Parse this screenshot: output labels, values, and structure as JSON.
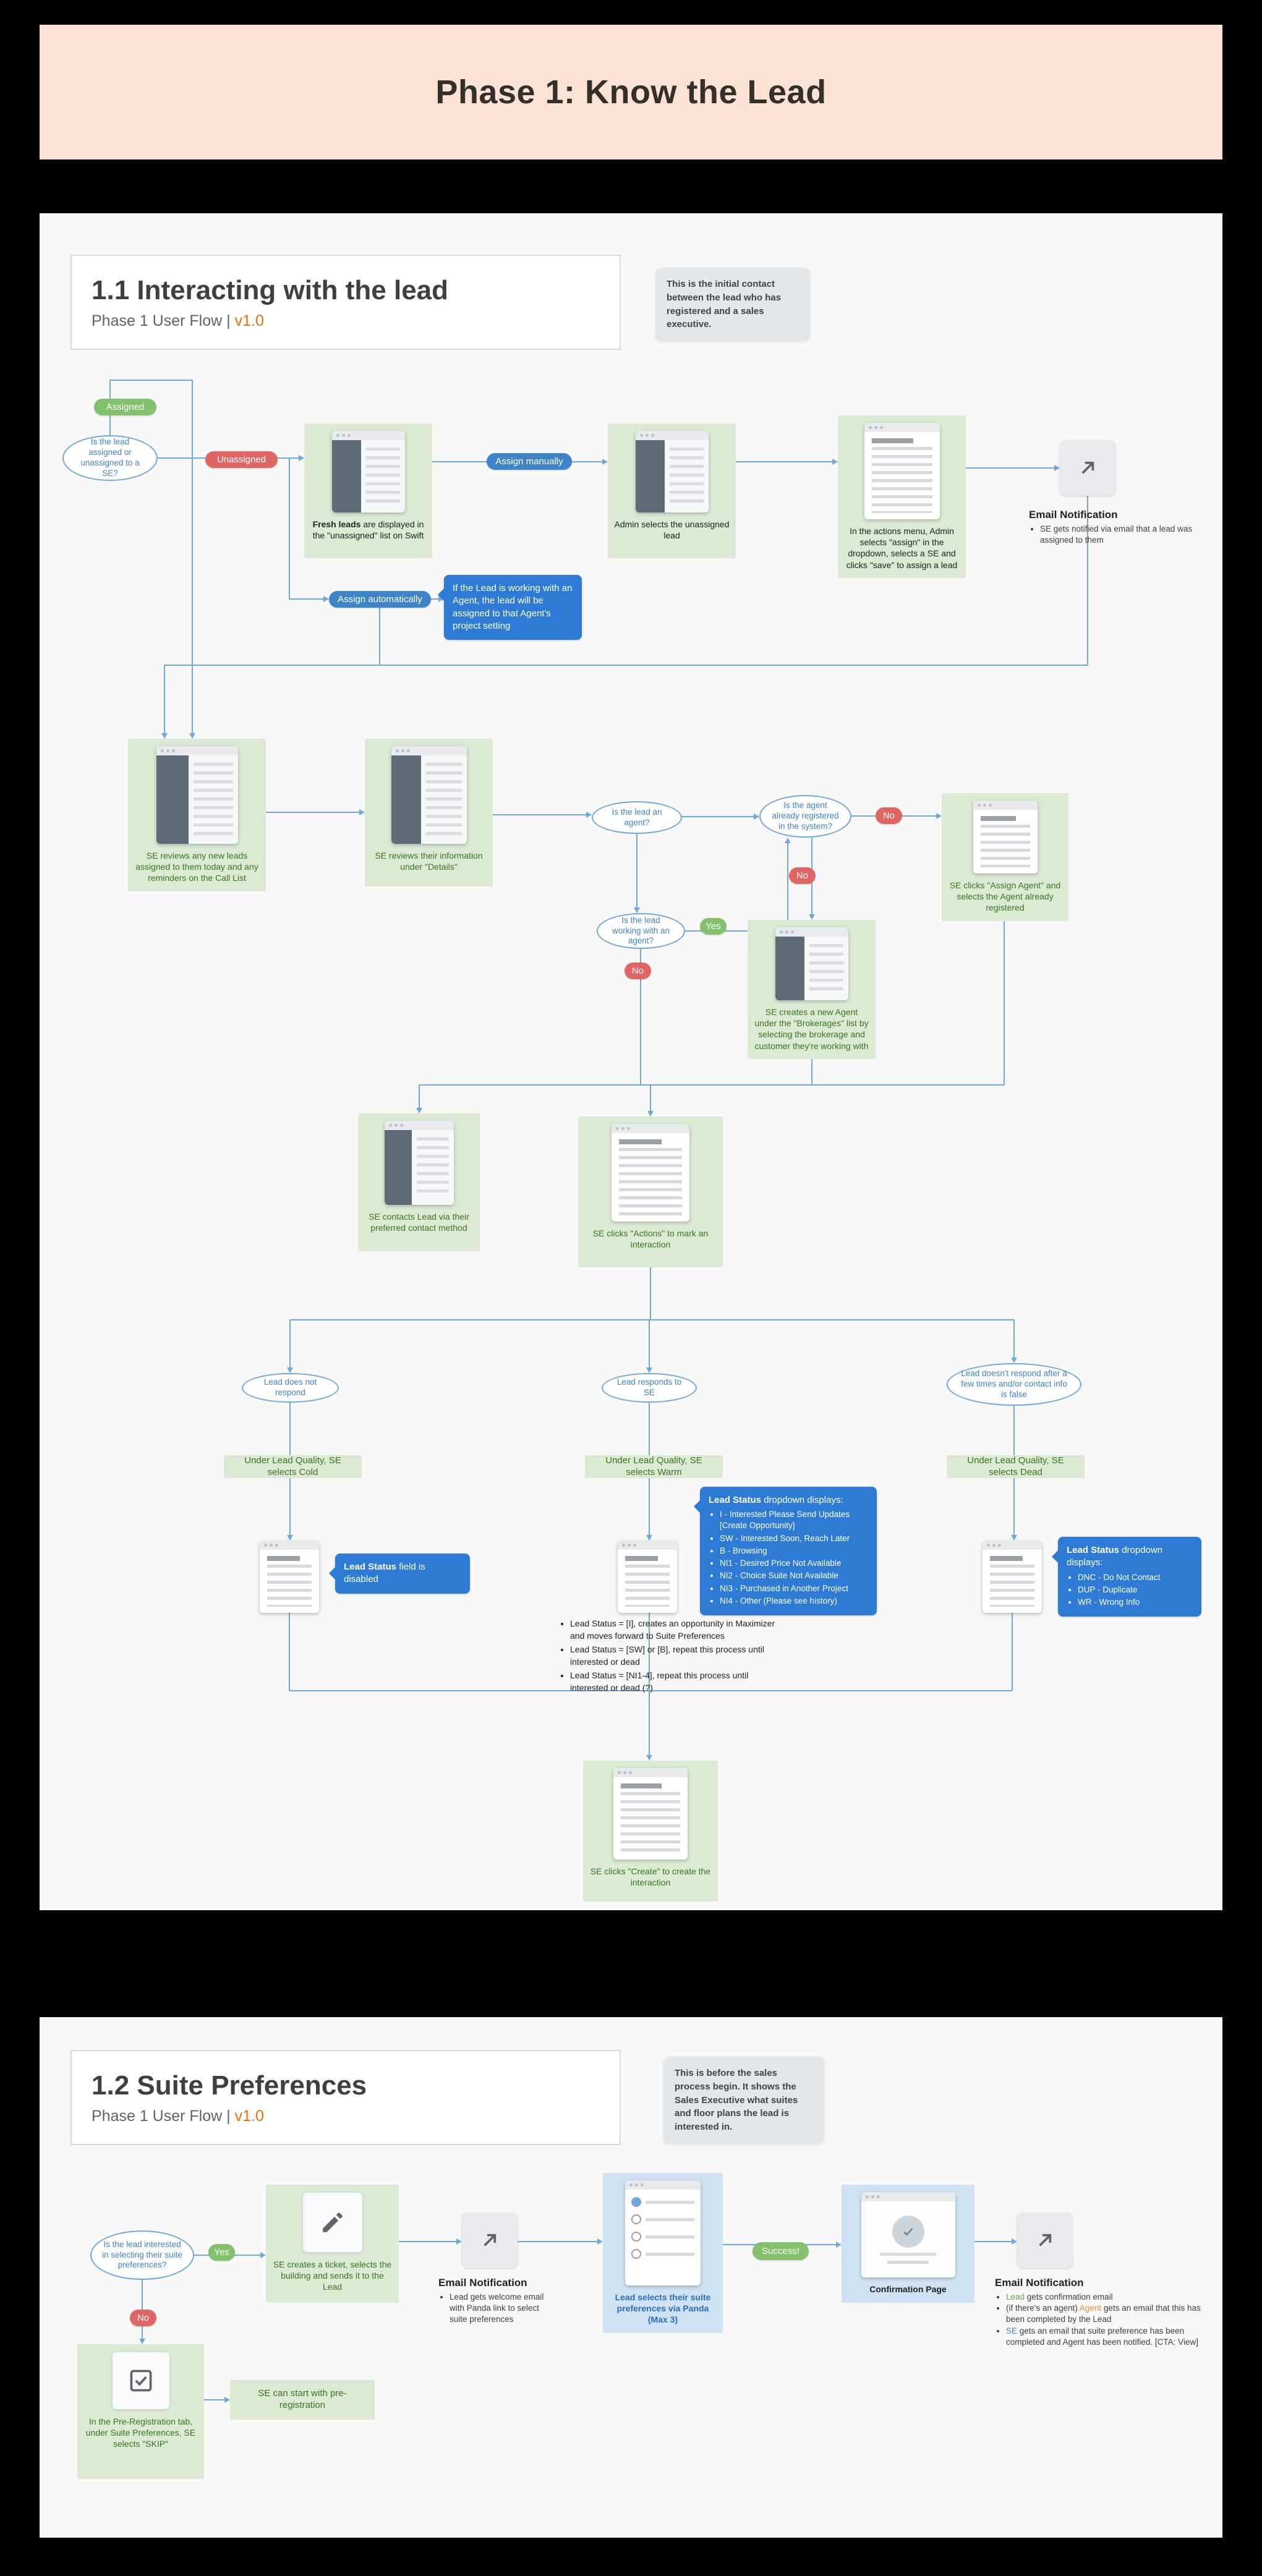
{
  "banner": {
    "title": "Phase 1: Know the Lead"
  },
  "colors": {
    "accent_blue": "#3d85c8",
    "green": "#38761d",
    "red": "#e06666",
    "version_orange": "#e8710a",
    "banner_peach": "#fbe2d5"
  },
  "section1": {
    "title": "1.1 Interacting with the lead",
    "subtitle": "Phase 1 User Flow | ",
    "version": "v1.0",
    "sticky_note": "This is the initial contact between the lead who has registered and a sales executive.",
    "pills": {
      "assigned": "Assigned",
      "unassigned": "Unassigned",
      "assign_manually": "Assign manually",
      "assign_automatically": "Assign automatically",
      "yes": "Yes",
      "no": "No"
    },
    "decisions": {
      "assigned_or_unassigned": "Is the lead assigned or unassigned to a SE?",
      "is_agent": "Is the lead an agent?",
      "agent_registered": "Is the agent already registered in the system?",
      "working_with_agent": "Is the lead working with an agent?"
    },
    "outcomes": {
      "no_response": "Lead does not respond",
      "responds": "Lead responds to SE",
      "dead": "Lead doesn't respond after a few times and/or contact info is false"
    },
    "boxes": {
      "fresh_leads_bold": "Fresh leads",
      "fresh_leads_rest": " are displayed in the \"unassigned\" list on Swift",
      "admin_selects": "Admin selects the unassigned lead",
      "actions_menu": "In the actions menu, Admin selects \"assign\" in the dropdown, selects a SE and clicks \"save\" to assign a lead",
      "call_list": "SE reviews any new leads assigned to them today and any reminders on the Call List",
      "details": "SE reviews their information under \"Details\"",
      "assign_agent": "SE clicks \"Assign Agent\" and selects the Agent already registered",
      "brokerages": "SE creates a new Agent under the \"Brokerages\" list by selecting the brokerage and customer they're working with",
      "contact": "SE contacts Lead via their preferred contact method",
      "mark_interaction": "SE clicks \"Actions\" to mark an interaction",
      "create_interaction": "SE clicks \"Create\" to create the interaction"
    },
    "quality_labels": {
      "cold": "Under Lead Quality, SE selects Cold",
      "warm": "Under Lead Quality, SE selects Warm",
      "dead": "Under Lead Quality, SE selects Dead"
    },
    "email_notification": {
      "title": "Email Notification",
      "bullets": [
        "SE gets notified via email that a lead was assigned to them"
      ]
    },
    "callouts": {
      "agent_project": "If the Lead is working with an Agent, the lead will be assigned to that Agent's project setting",
      "cold_bold": "Lead Status",
      "cold_rest": " field is disabled",
      "warm_title_bold": "Lead Status",
      "warm_title_rest": " dropdown displays:",
      "warm_items": [
        "I - Interested Please Send Updates [Create Opportunity]",
        "SW - Interested Soon, Reach Later",
        "B - Browsing",
        "NI1 - Desired Price Not Available",
        "NI2 - Choice Suite Not Available",
        "NI3 - Purchased in Another Project",
        "NI4 - Other (Please see history)"
      ],
      "dead_title_bold": "Lead Status",
      "dead_title_rest": " dropdown displays:",
      "dead_items": [
        "DNC - Do Not Contact",
        "DUP - Duplicate",
        "WR - Wrong Info"
      ]
    },
    "status_rules": [
      "Lead Status = [I], creates an opportunity in Maximizer and moves forward to Suite Preferences",
      "Lead Status = [SW] or [B], repeat this process until interested or dead",
      "Lead Status = [NI1-4], repeat this process until interested or dead (?)"
    ]
  },
  "section2": {
    "title": "1.2 Suite Preferences",
    "subtitle": "Phase 1 User Flow | ",
    "version": "v1.0",
    "sticky_note": "This is before the sales process begin. It shows the Sales Executive what suites and floor plans the lead is interested in.",
    "decision": "Is the lead interested in selecting their suite preferences?",
    "pills": {
      "yes": "Yes",
      "no": "No",
      "success": "Success!"
    },
    "boxes": {
      "ticket": "SE creates a ticket, selects the building and sends it to the Lead",
      "panda": "Lead selects their suite preferences via Panda (Max 3)",
      "confirmation": "Confirmation Page",
      "skip": "In the Pre-Registration tab, under Suite Preferences, SE selects \"SKIP\"",
      "preregistration": "SE can start with pre-registration"
    },
    "email_notification_1": {
      "title": "Email Notification",
      "bullets": [
        "Lead gets welcome email with Panda link to select suite preferences"
      ]
    },
    "email_notification_2": {
      "title": "Email Notification",
      "bullets": [
        {
          "pre": "",
          "colored": "Lead",
          "rest": " gets confirmation email"
        },
        {
          "pre": "(if there's an agent) ",
          "colored": "Agent",
          "rest": " gets an email that this has been completed by the Lead"
        },
        {
          "pre": "",
          "colored": "SE",
          "rest": " gets an email that suite preference has been completed and Agent has been notified. [CTA: View]"
        }
      ]
    }
  }
}
